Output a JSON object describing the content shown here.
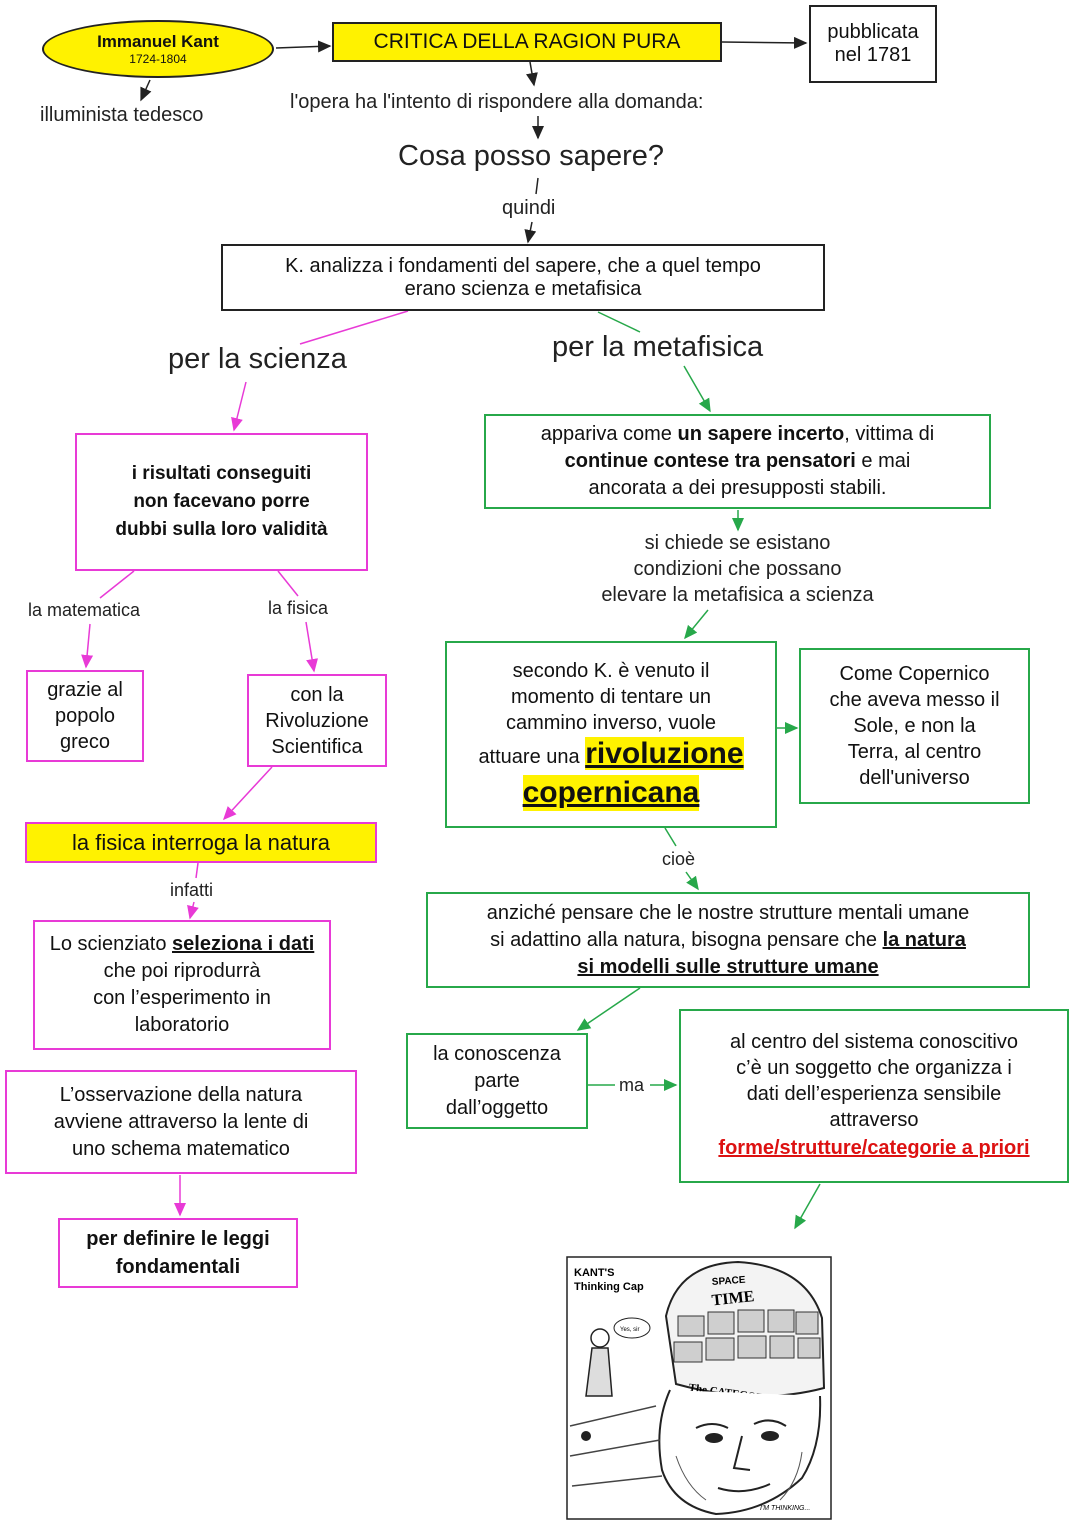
{
  "title": {
    "author_name": "Immanuel Kant",
    "author_dates": "1724-1804",
    "work": "CRITICA DELLA RAGION PURA",
    "published_line1": "pubblicata",
    "published_line2": "nel 1781",
    "author_desc": "illuminista tedesco",
    "intent": "l'opera ha l'intento di rispondere alla domanda:",
    "question": "Cosa posso sapere?",
    "link_quindi": "quindi"
  },
  "foundations": {
    "line1": "K. analizza i fondamenti del sapere, che a quel tempo",
    "line2": "erano scienza e metafisica"
  },
  "science": {
    "heading": "per la scienza",
    "results_line1": "i risultati conseguiti",
    "results_line2": "non facevano porre",
    "results_line3": "dubbi sulla loro validità",
    "link_math": "la matematica",
    "link_physics": "la fisica",
    "greek_line1": "grazie al",
    "greek_line2": "popolo",
    "greek_line3": "greco",
    "revolution_line1": "con la",
    "revolution_line2": "Rivoluzione",
    "revolution_line3": "Scientifica",
    "physics_asks": "la fisica interroga la natura",
    "link_infatti": "infatti",
    "scientist_pre": "Lo scienziato ",
    "scientist_bold": "seleziona i dati",
    "scientist_post1": " che poi riprodurrà",
    "scientist_post2": "con l’esperimento in",
    "scientist_post3": "laboratorio",
    "observation_line1": "L’osservazione della natura",
    "observation_line2": "avviene attraverso la lente di",
    "observation_line3": "uno schema matematico",
    "laws_line1": "per definire le leggi",
    "laws_line2": "fondamentali"
  },
  "metaphysics": {
    "heading": "per la metafisica",
    "uncertain_pre": "appariva come ",
    "uncertain_bold1": "un sapere incerto",
    "uncertain_mid": ", vittima di",
    "uncertain_bold2": "continue contese tra pensatori",
    "uncertain_post": " e mai",
    "uncertain_line3": "ancorata a dei presupposti stabili.",
    "asks_line1": "si chiede se esistano",
    "asks_line2": "condizioni che possano",
    "asks_line3": "elevare la metafisica a scienza",
    "k_line1": "secondo K. è venuto il",
    "k_line2": "momento di tentare un",
    "k_line3": "cammino inverso, vuole",
    "k_line4_pre": "attuare una ",
    "k_hl1": "rivoluzione",
    "k_hl2": "copernicana",
    "copernicus_line1": "Come Copernico",
    "copernicus_line2": "che aveva messo il",
    "copernicus_line3": "Sole, e non la",
    "copernicus_line4": "Terra, al centro",
    "copernicus_line5": "dell'universo",
    "link_cioe": "cioè",
    "instead_line1": "anziché pensare che le nostre strutture mentali umane",
    "instead_line2_pre": "si adattino alla natura, bisogna pensare che ",
    "instead_bold1": "la natura",
    "instead_bold2": "si modelli sulle strutture umane",
    "knowledge_line1": "la conoscenza",
    "knowledge_line2": "parte",
    "knowledge_line3": "dall’oggetto",
    "link_ma": "ma",
    "subject_line1": "al centro del sistema conoscitivo",
    "subject_line2": "c’è un soggetto che organizza i",
    "subject_line3": "dati dell’esperienza sensibile",
    "subject_line4": "attraverso",
    "subject_red": "forme/strutture/categorie a priori"
  },
  "illustration": {
    "cap_line1": "KANT'S",
    "cap_line2": "Thinking Cap",
    "space": "SPACE",
    "time": "TIME",
    "categories": "The CATEGORIES",
    "bubble1": "Yes, sir",
    "bubble2": "I'M THINKING..."
  },
  "colors": {
    "science_accent": "#e83ad6",
    "metaphysics_accent": "#27a84a",
    "highlight": "#fff200",
    "a_priori_red": "#dd1111"
  }
}
